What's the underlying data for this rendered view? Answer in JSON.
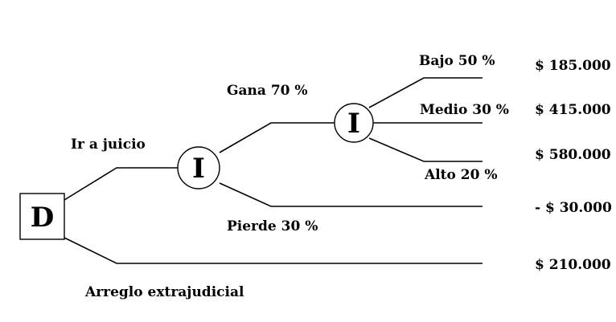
{
  "nodes": {
    "decision": "D",
    "chance_trial": "I",
    "chance_amount": "I"
  },
  "branches": {
    "go_to_trial": "Ir a juicio",
    "settle": "Arreglo extrajudicial",
    "win": "Gana 70 %",
    "lose": "Pierde 30 %",
    "low": "Bajo 50 %",
    "medium": "Medio 30 %",
    "high": "Alto 20 %"
  },
  "payoffs": {
    "low": "$ 185.000",
    "medium": "$ 415.000",
    "high": "$ 580.000",
    "lose": "- $ 30.000",
    "settle": "$ 210.000"
  }
}
